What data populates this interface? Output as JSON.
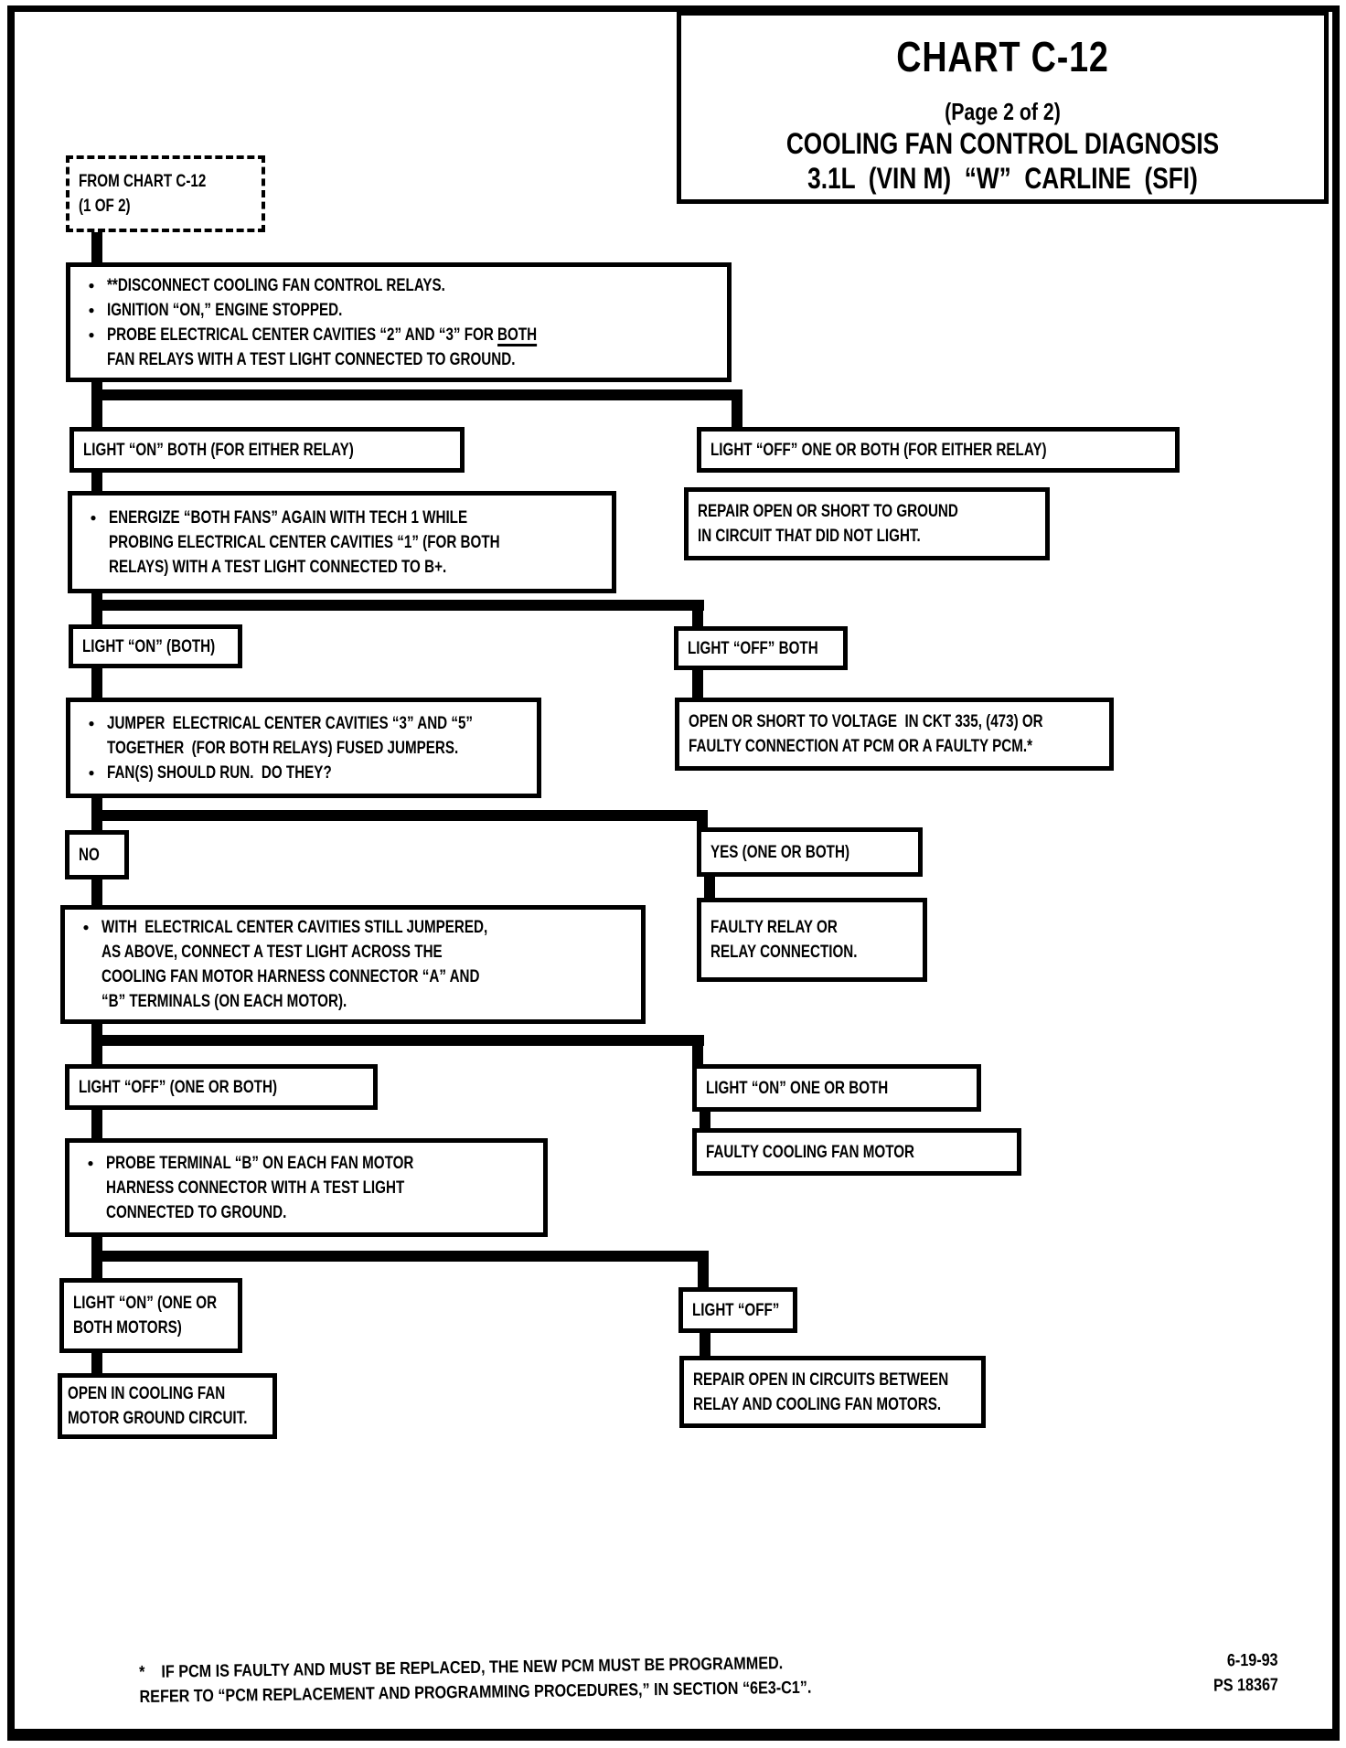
{
  "title_box": {
    "line1": "CHART C-12",
    "line2": "(Page 2 of 2)",
    "line3": "COOLING FAN CONTROL DIAGNOSIS",
    "line4": "3.1L  (VIN M)  “W”  CARLINE  (SFI)"
  },
  "flow": {
    "from_chart": "FROM CHART C-12\n(1 OF 2)",
    "start": {
      "b1": "**DISCONNECT COOLING FAN CONTROL RELAYS.",
      "b2": "IGNITION “ON,” ENGINE STOPPED.",
      "b3_pre": "PROBE ELECTRICAL CENTER CAVITIES “2” AND “3” FOR ",
      "b3_underlined": "BOTH",
      "b3_post": "\nFAN RELAYS WITH A TEST LIGHT CONNECTED TO GROUND."
    },
    "row1": {
      "left_label": "LIGHT “ON” BOTH (FOR EITHER RELAY)",
      "right_label": "LIGHT “OFF” ONE OR BOTH (FOR EITHER RELAY)",
      "left_action": "ENERGIZE “BOTH FANS” AGAIN WITH TECH 1 WHILE\nPROBING ELECTRICAL CENTER CAVITIES “1” (FOR BOTH\nRELAYS) WITH A TEST LIGHT CONNECTED TO B+.",
      "right_action": "REPAIR OPEN OR SHORT TO GROUND\nIN CIRCUIT THAT DID NOT LIGHT."
    },
    "row2": {
      "left_label": "LIGHT “ON” (BOTH)",
      "right_label": "LIGHT “OFF” BOTH",
      "left_action_b1": "JUMPER  ELECTRICAL CENTER CAVITIES “3” AND “5”\nTOGETHER  (FOR BOTH RELAYS) FUSED JUMPERS.",
      "left_action_b2": "FAN(S) SHOULD RUN.  DO THEY?",
      "right_action": "OPEN OR SHORT TO VOLTAGE  IN CKT 335, (473) OR\nFAULTY CONNECTION AT PCM OR A FAULTY PCM.*"
    },
    "row3": {
      "left_label": "NO",
      "right_label": "YES (ONE OR BOTH)",
      "left_action": "WITH  ELECTRICAL CENTER CAVITIES STILL JUMPERED,\nAS ABOVE, CONNECT A TEST LIGHT ACROSS THE\nCOOLING FAN MOTOR HARNESS CONNECTOR “A” AND\n“B” TERMINALS (ON EACH MOTOR).",
      "right_action": "FAULTY RELAY OR\nRELAY CONNECTION."
    },
    "row4": {
      "left_label": "LIGHT “OFF” (ONE OR BOTH)",
      "right_label": "LIGHT “ON” ONE OR BOTH",
      "left_action": "PROBE TERMINAL “B” ON EACH FAN MOTOR\nHARNESS CONNECTOR WITH A TEST LIGHT\nCONNECTED TO GROUND.",
      "right_action": "FAULTY COOLING FAN MOTOR"
    },
    "row5": {
      "left_label": "LIGHT “ON” (ONE OR\nBOTH MOTORS)",
      "right_label": "LIGHT “OFF”",
      "left_action": "OPEN IN COOLING FAN\nMOTOR GROUND CIRCUIT.",
      "right_action": "REPAIR OPEN IN CIRCUITS BETWEEN\nRELAY AND COOLING FAN MOTORS."
    }
  },
  "footnote": {
    "line1": "*    IF PCM IS FAULTY AND MUST BE REPLACED, THE NEW PCM MUST BE PROGRAMMED.",
    "line2": "REFER TO “PCM REPLACEMENT AND PROGRAMMING PROCEDURES,” IN SECTION “6E3-C1”.",
    "date": "6-19-93",
    "doc_number": "PS 18367"
  }
}
